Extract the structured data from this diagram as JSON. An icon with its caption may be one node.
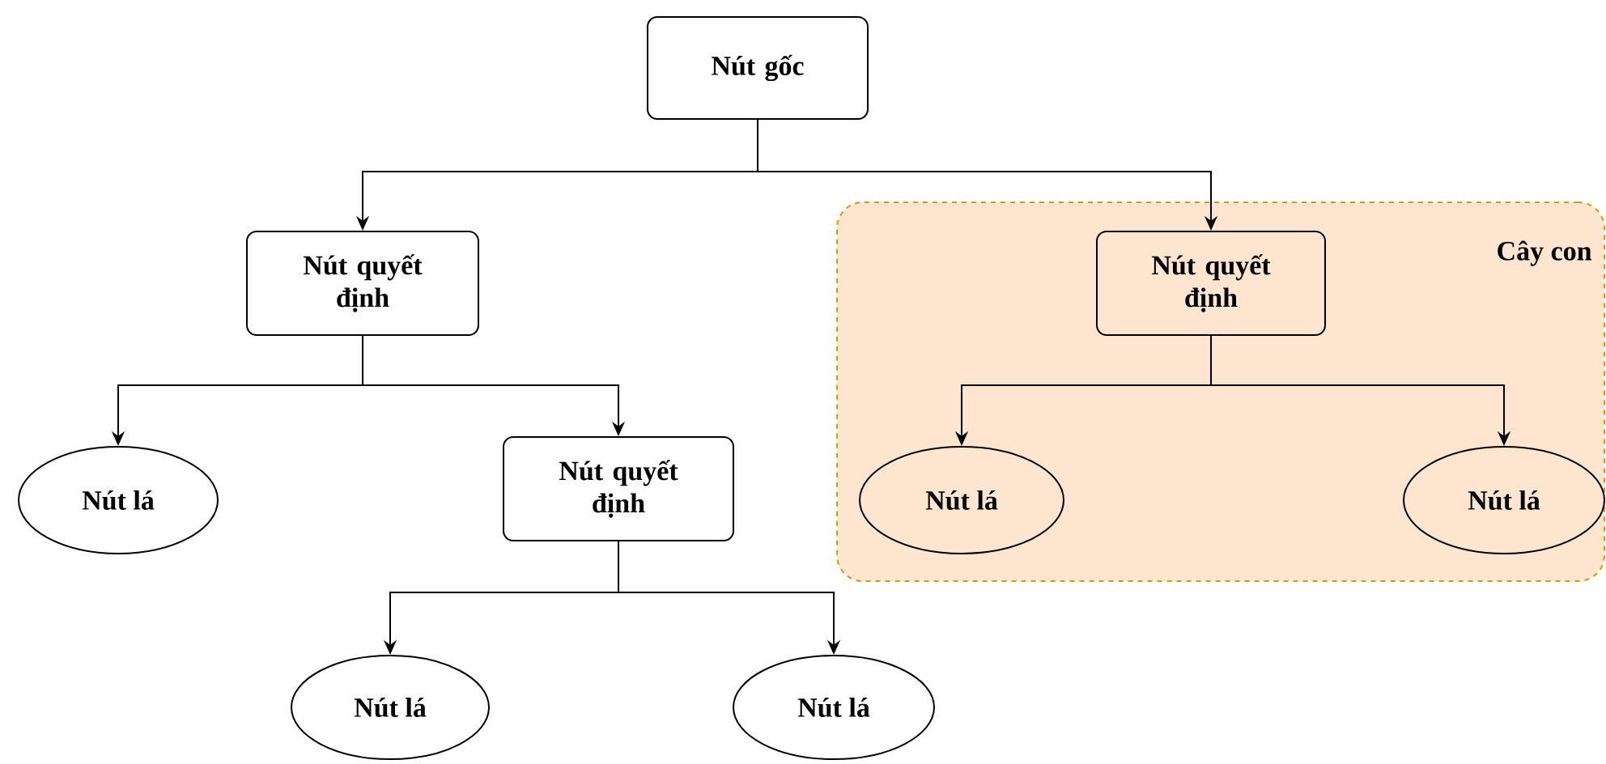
{
  "diagram": {
    "nodes": [
      {
        "text": [
          "Nút gốc"
        ]
      },
      {
        "text": [
          "Nút quyết định"
        ]
      },
      {
        "text": [
          "Cây con"
        ]
      },
      {
        "text": [
          "Nút quyết định"
        ],
        "in": 2
      },
      {
        "text": [
          "Nút lá"
        ]
      },
      {
        "text": [
          "Nút quyết định"
        ]
      },
      {
        "text": [
          "Nút lá"
        ],
        "in": 2
      },
      {
        "text": [
          "Nút lá"
        ],
        "in": 2
      },
      {
        "text": [
          "Nút lá"
        ]
      },
      {
        "text": [
          "Nút lá"
        ]
      }
    ],
    "edges": [
      {
        "from": 0,
        "to": 1,
        "arrow": "to"
      },
      {
        "from": 0,
        "to": 3,
        "arrow": "to"
      },
      {
        "from": 1,
        "to": 4,
        "arrow": "to"
      },
      {
        "from": 1,
        "to": 5,
        "arrow": "to"
      },
      {
        "from": 5,
        "to": 8,
        "arrow": "to"
      },
      {
        "from": 5,
        "to": 9,
        "arrow": "to"
      },
      {
        "from": 3,
        "to": 6,
        "arrow": "to"
      },
      {
        "from": 3,
        "to": 7,
        "arrow": "to"
      }
    ]
  }
}
